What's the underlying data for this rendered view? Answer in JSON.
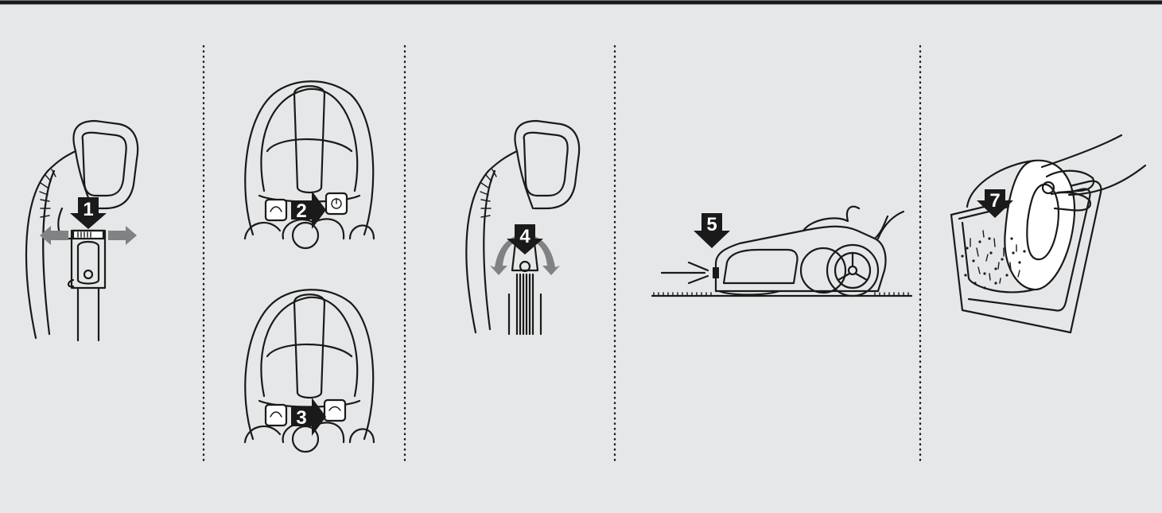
{
  "steps": [
    {
      "number": "1"
    },
    {
      "number": "2"
    },
    {
      "number": "3"
    },
    {
      "number": "4"
    },
    {
      "number": "5"
    },
    {
      "number": "7"
    }
  ],
  "colors": {
    "background": "#e6e7e8",
    "ink": "#1a1a1a",
    "grey_arrow": "#808284",
    "top_rule": "#1a1a1a"
  }
}
